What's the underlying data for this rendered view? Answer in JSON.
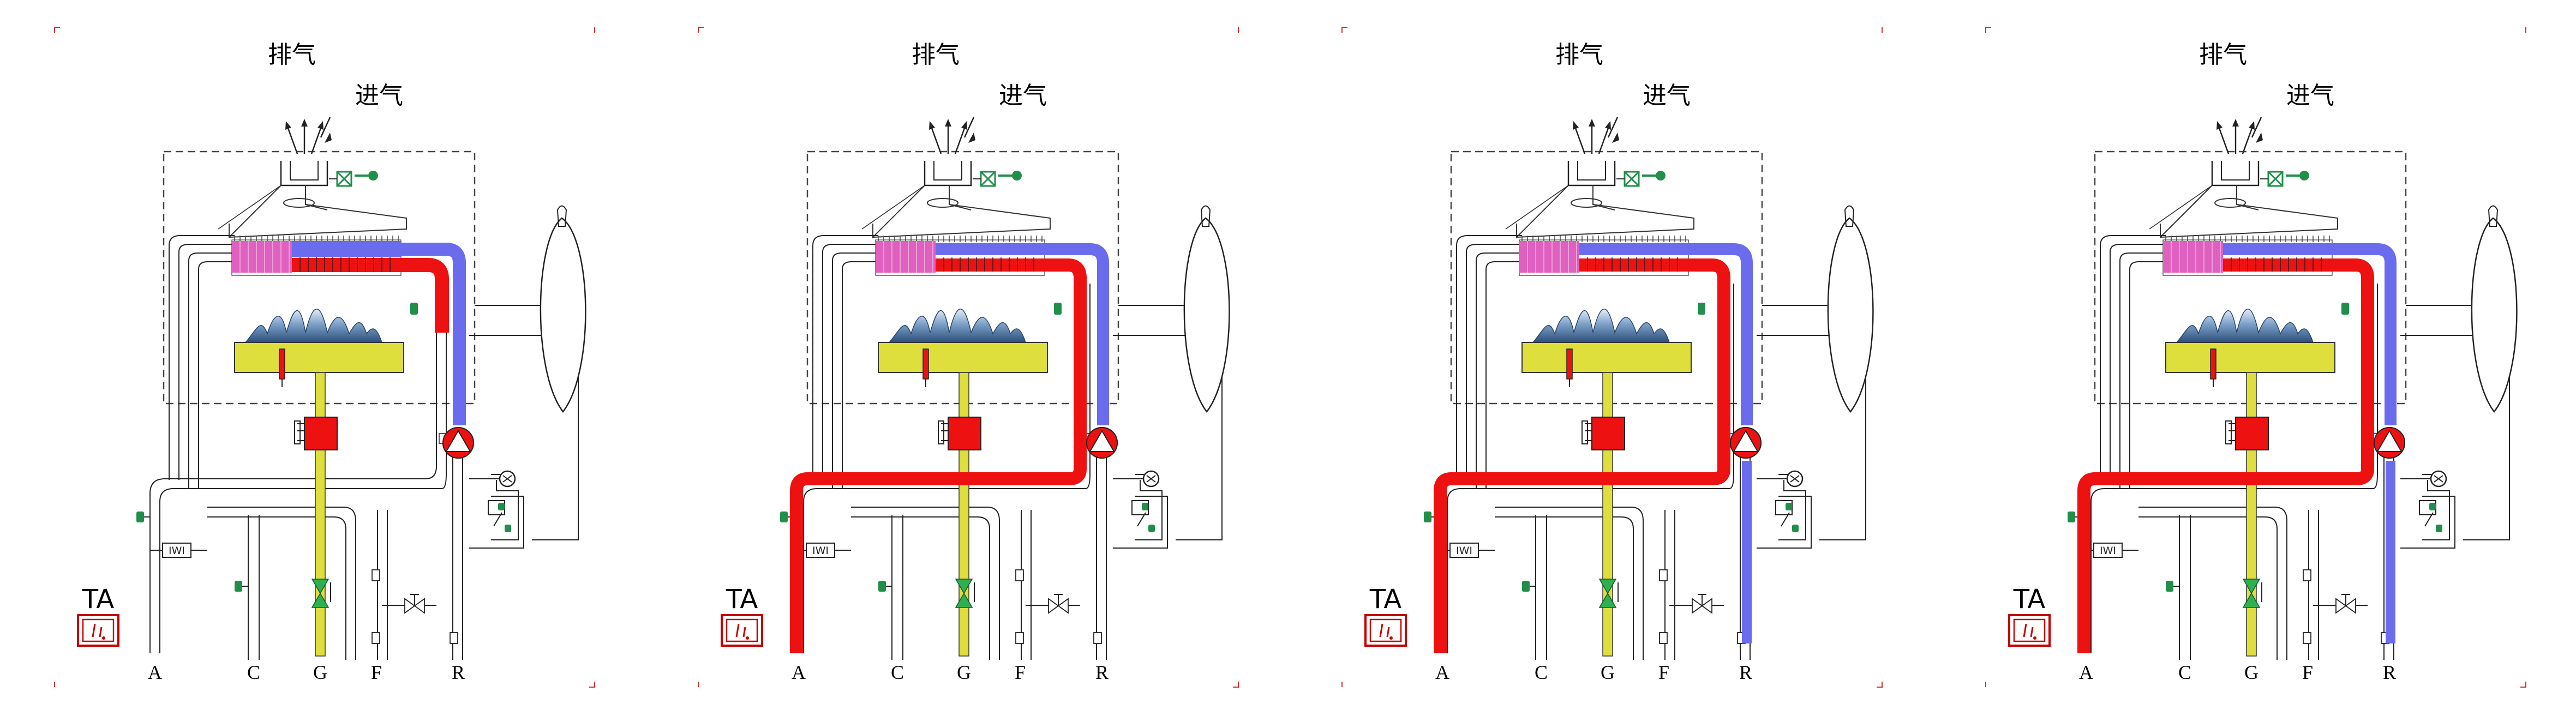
{
  "labels": {
    "exhaust": "排气",
    "intake": "进气",
    "ta": "TA",
    "conn_a": "A",
    "conn_c": "C",
    "conn_g": "G",
    "conn_f": "F",
    "conn_r": "R"
  },
  "panels": [
    {
      "id": "panel-1",
      "state": "standby"
    },
    {
      "id": "panel-2",
      "state": "heating-bypass"
    },
    {
      "id": "panel-3",
      "state": "heating-flow-return"
    },
    {
      "id": "panel-4",
      "state": "heating-return-blue"
    }
  ],
  "colors": {
    "hot": "#ee1111",
    "cold": "#6666ee",
    "gas": "#dede3c",
    "heat_exchanger": "#e060c0",
    "accent_green": "#1f8f4a",
    "frame_red": "#c40000"
  }
}
